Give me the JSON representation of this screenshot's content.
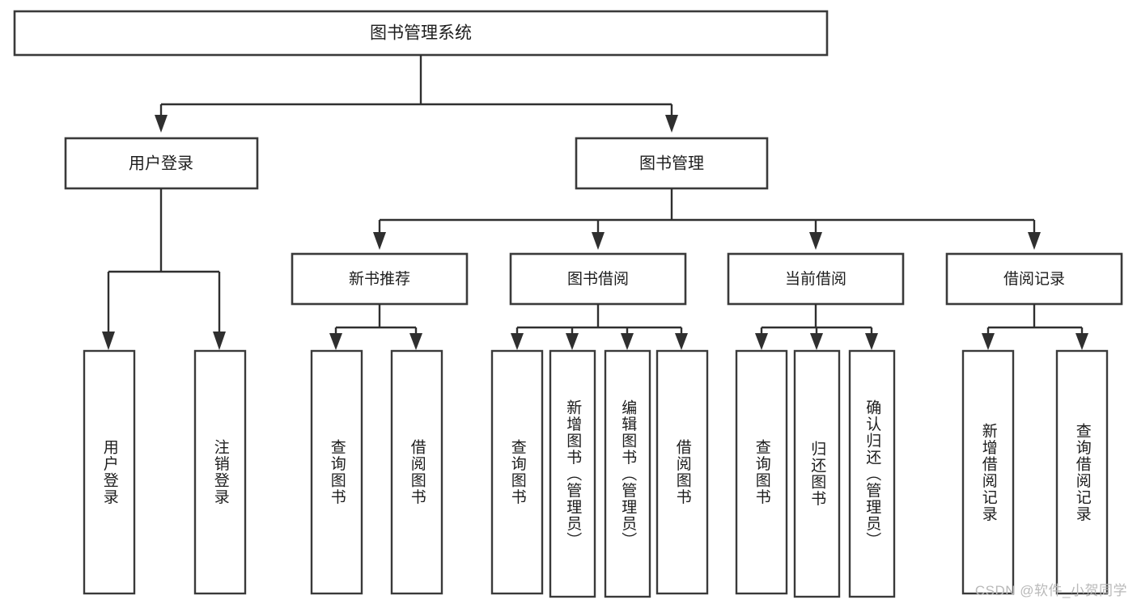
{
  "diagram": {
    "title": "图书管理系统",
    "type": "tree-hierarchy",
    "orientation": "top-down",
    "colors": {
      "background": "#ffffff",
      "box_stroke": "#3a3a3a",
      "connector": "#2f2f2f",
      "text": "#1d1d1d",
      "watermark": "#b9b9b9"
    },
    "root": {
      "label": "图书管理系统"
    },
    "level2": [
      {
        "label": "用户登录"
      },
      {
        "label": "图书管理"
      }
    ],
    "level3": [
      {
        "label": "新书推荐"
      },
      {
        "label": "图书借阅"
      },
      {
        "label": "当前借阅"
      },
      {
        "label": "借阅记录"
      }
    ],
    "leaves": {
      "user_login": [
        {
          "label": "用户登录"
        },
        {
          "label": "注销登录"
        }
      ],
      "new_book_recommend": [
        {
          "label": "查询图书"
        },
        {
          "label": "借阅图书"
        }
      ],
      "book_borrow": [
        {
          "label": "查询图书"
        },
        {
          "label": "新增图书（管理员）"
        },
        {
          "label": "编辑图书（管理员）"
        },
        {
          "label": "借阅图书"
        }
      ],
      "current_borrow": [
        {
          "label": "查询图书"
        },
        {
          "label": "归还图书"
        },
        {
          "label": "确认归还（管理员）"
        }
      ],
      "borrow_record": [
        {
          "label": "新增借阅记录"
        },
        {
          "label": "查询借阅记录"
        }
      ]
    },
    "watermark": "CSDN @软件_小贺同学"
  }
}
